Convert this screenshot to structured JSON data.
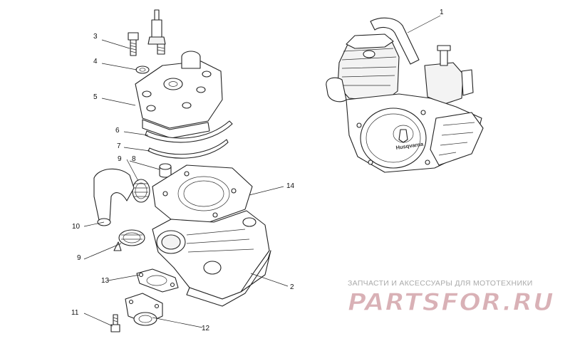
{
  "callouts": [
    {
      "id": "c1",
      "text": "1"
    },
    {
      "id": "c2",
      "text": "2"
    },
    {
      "id": "c3",
      "text": "3"
    },
    {
      "id": "c4",
      "text": "4"
    },
    {
      "id": "c5",
      "text": "5"
    },
    {
      "id": "c6",
      "text": "6"
    },
    {
      "id": "c7",
      "text": "7"
    },
    {
      "id": "c8",
      "text": "8"
    },
    {
      "id": "c9a",
      "text": "9"
    },
    {
      "id": "c9b",
      "text": "9"
    },
    {
      "id": "c10",
      "text": "10"
    },
    {
      "id": "c11",
      "text": "11"
    },
    {
      "id": "c12",
      "text": "12"
    },
    {
      "id": "c13",
      "text": "13"
    },
    {
      "id": "c14",
      "text": "14"
    }
  ],
  "engine_brand": "Husqvarna",
  "watermark": {
    "caption": "ЗАПЧАСТИ И АКСЕССУАРЫ ДЛЯ МОТОТЕХНИКИ",
    "logo": "PARTSFOR.RU",
    "color": "#d9b1b6"
  }
}
